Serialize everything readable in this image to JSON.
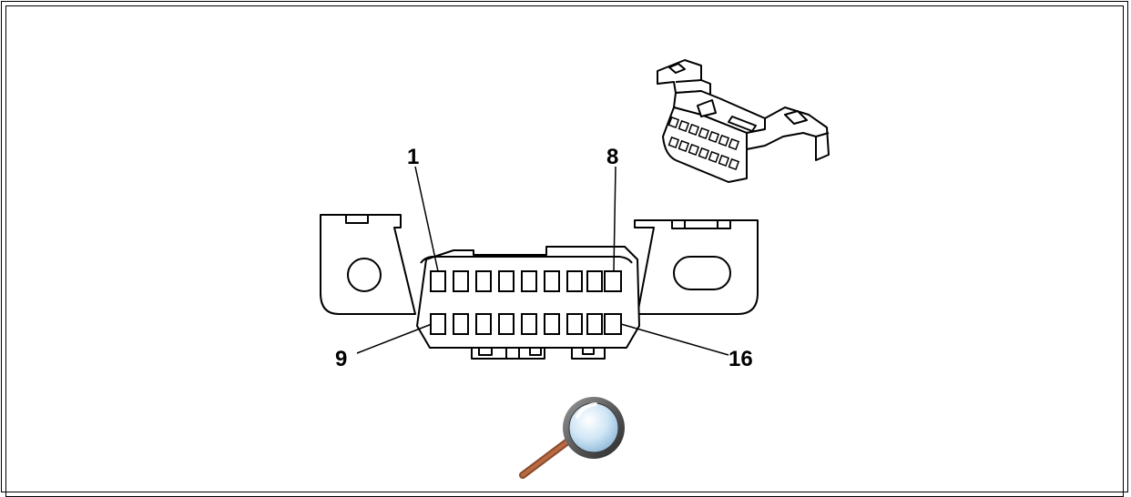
{
  "diagram": {
    "pin_labels": {
      "pin_1": "1",
      "pin_8": "8",
      "pin_9": "9",
      "pin_16": "16"
    }
  },
  "icons": {
    "zoom": "magnifying-glass-icon"
  }
}
